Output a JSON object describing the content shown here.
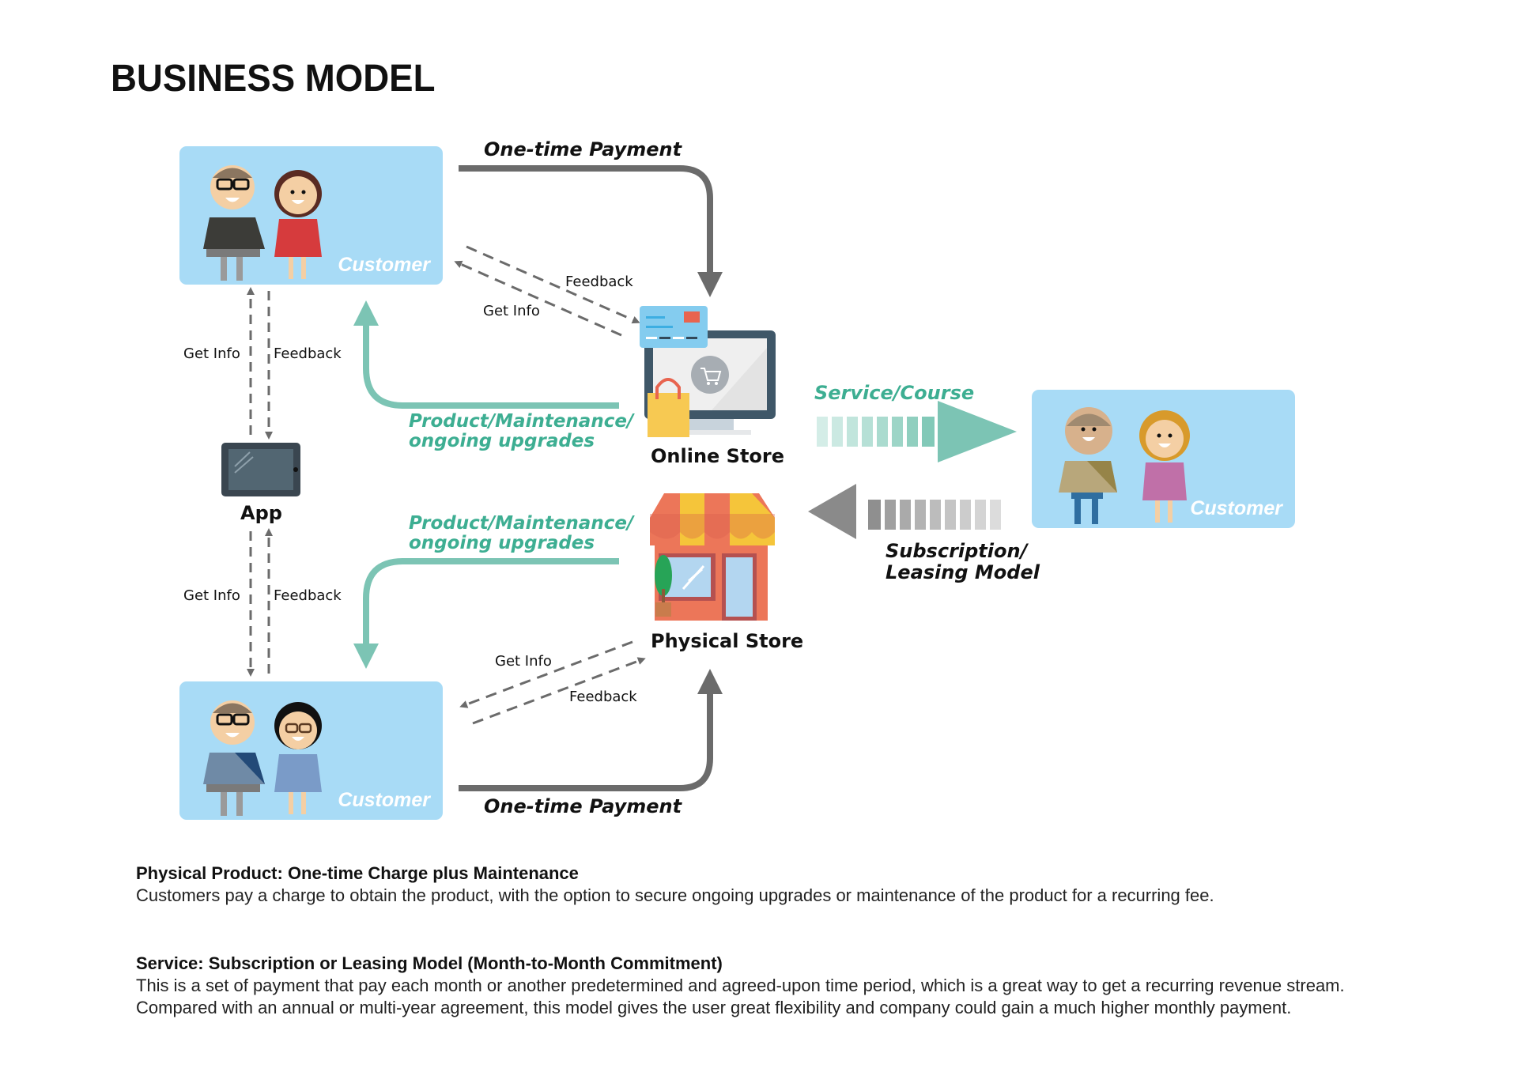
{
  "title": "BUSINESS MODEL",
  "customers": {
    "top": {
      "label": "Customer"
    },
    "right": {
      "label": "Customer"
    },
    "bottom": {
      "label": "Customer"
    }
  },
  "nodes": {
    "online_store": "Online Store",
    "physical_store": "Physical Store",
    "app": "App"
  },
  "flows": {
    "top_payment": "One-time Payment",
    "bottom_payment": "One-time Payment",
    "top_product": [
      "Product/Maintenance/",
      "ongoing upgrades"
    ],
    "bottom_product": [
      "Product/Maintenance/",
      "ongoing upgrades"
    ],
    "service": "Service/Course",
    "subscription": [
      "Subscription/",
      "Leasing Model"
    ],
    "online_feedback": "Feedback",
    "online_getinfo": "Get Info",
    "physical_getinfo": "Get Info",
    "physical_feedback": "Feedback",
    "app_top_getinfo": "Get Info",
    "app_top_feedback": "Feedback",
    "app_bottom_getinfo": "Get Info",
    "app_bottom_feedback": "Feedback"
  },
  "colors": {
    "customer_box": "#a8dbf6",
    "teal": "#7cc4b4",
    "teal_text": "#3dae92",
    "gray_arrow": "#6b6b6b"
  },
  "descriptions": [
    {
      "heading": "Physical Product: One-time Charge plus Maintenance",
      "lines": [
        "Customers pay a charge to obtain the product, with the option to secure ongoing upgrades or maintenance of the product for a recurring fee."
      ]
    },
    {
      "heading": "Service: Subscription or Leasing Model (Month-to-Month Commitment)",
      "lines": [
        "This is a set of payment that pay each month or another predetermined and agreed-upon time period, which is a great way to get a recurring revenue stream.",
        "Compared with an annual or multi-year agreement, this model gives the user great flexibility and company could gain a much higher monthly payment."
      ]
    }
  ]
}
